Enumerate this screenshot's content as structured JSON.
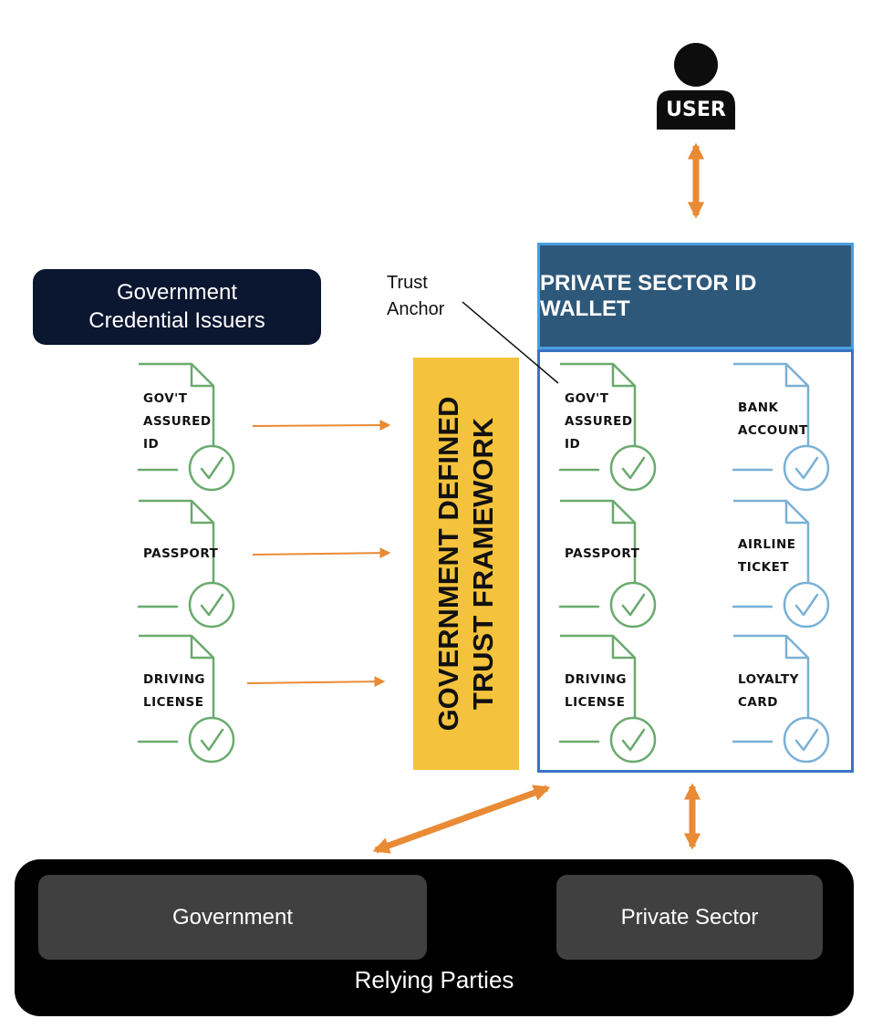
{
  "user": {
    "label": "USER"
  },
  "issuers": {
    "title_line1": "Government",
    "title_line2": "Credential Issuers"
  },
  "issuer_docs": [
    {
      "lines": [
        "GOV'T",
        "ASSURED",
        "ID"
      ]
    },
    {
      "lines": [
        "PASSPORT"
      ]
    },
    {
      "lines": [
        "DRIVING",
        "LICENSE"
      ]
    }
  ],
  "framework": {
    "line1": "GOVERNMENT DEFINED",
    "line2": "TRUST FRAMEWORK"
  },
  "trust_anchor": {
    "line1": "Trust",
    "line2": "Anchor"
  },
  "wallet": {
    "title": "PRIVATE SECTOR ID WALLET",
    "gov_docs": [
      {
        "lines": [
          "GOV'T",
          "ASSURED",
          "ID"
        ]
      },
      {
        "lines": [
          "PASSPORT"
        ]
      },
      {
        "lines": [
          "DRIVING",
          "LICENSE"
        ]
      }
    ],
    "private_docs": [
      {
        "lines": [
          "BANK",
          "ACCOUNT"
        ]
      },
      {
        "lines": [
          "AIRLINE",
          "TICKET"
        ]
      },
      {
        "lines": [
          "LOYALTY",
          "CARD"
        ]
      }
    ]
  },
  "relying_parties": {
    "title": "Relying Parties",
    "government": "Government",
    "private_sector": "Private Sector"
  },
  "colors": {
    "gov_doc": "#6aaa6e",
    "private_doc": "#7ab0d6",
    "arrow": "#e98a34",
    "framework": "#f4c23c",
    "wallet_header": "#2e5879",
    "issuers_box": "#0b1630"
  }
}
